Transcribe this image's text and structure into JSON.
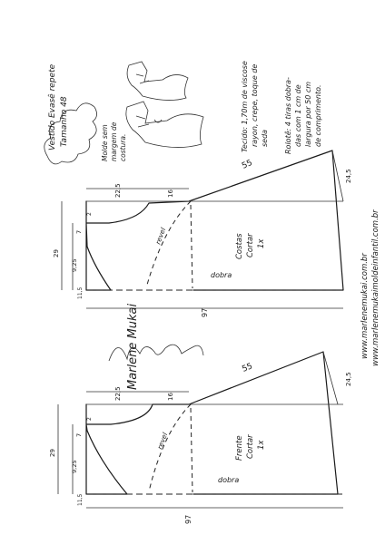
{
  "title": {
    "line1": "Vestido Evasê repete",
    "line2": "Tamanho 48"
  },
  "note_seam": [
    "Molde sem",
    "margem de",
    "costura."
  ],
  "fabric": {
    "line1": "Tecido: 1,70m de viscose",
    "line2": "rayon, crepe, toque de",
    "line3": "seda"
  },
  "ruffle": {
    "line1": "Rolotê: 4 tiras dobra-",
    "line2": "das com 1 cm de",
    "line3": "largura por 50 cm",
    "line4": "de comprimento."
  },
  "urls": {
    "line1": "www.marlenemukai.com.br",
    "line2": "www.marlenemukaimoldeinfantil.com.br"
  },
  "pieces": [
    {
      "name_line1": "Costas",
      "name_line2": "Cortar",
      "name_line3": "1x",
      "length": "97",
      "width_top": "29",
      "neck_depth": "7",
      "neck_small": "2",
      "armhole_depth": "22,5",
      "shoulder": "16",
      "side_len": "55",
      "hem_rise": "24,5",
      "armhole_w": "9,25",
      "bottom_w": "11,5",
      "facing": "revel",
      "fold": "dobra"
    },
    {
      "name_line1": "Frente",
      "name_line2": "Cortar",
      "name_line3": "1x",
      "length": "97",
      "width_top": "29",
      "neck_depth": "7",
      "neck_small": "2",
      "armhole_depth": "22,5",
      "shoulder": "16",
      "side_len": "55",
      "hem_rise": "24,5",
      "armhole_w": "9,25",
      "bottom_w": "11,5",
      "facing": "revel",
      "fold": "dobra"
    }
  ],
  "signature": "Marlene Mukai"
}
